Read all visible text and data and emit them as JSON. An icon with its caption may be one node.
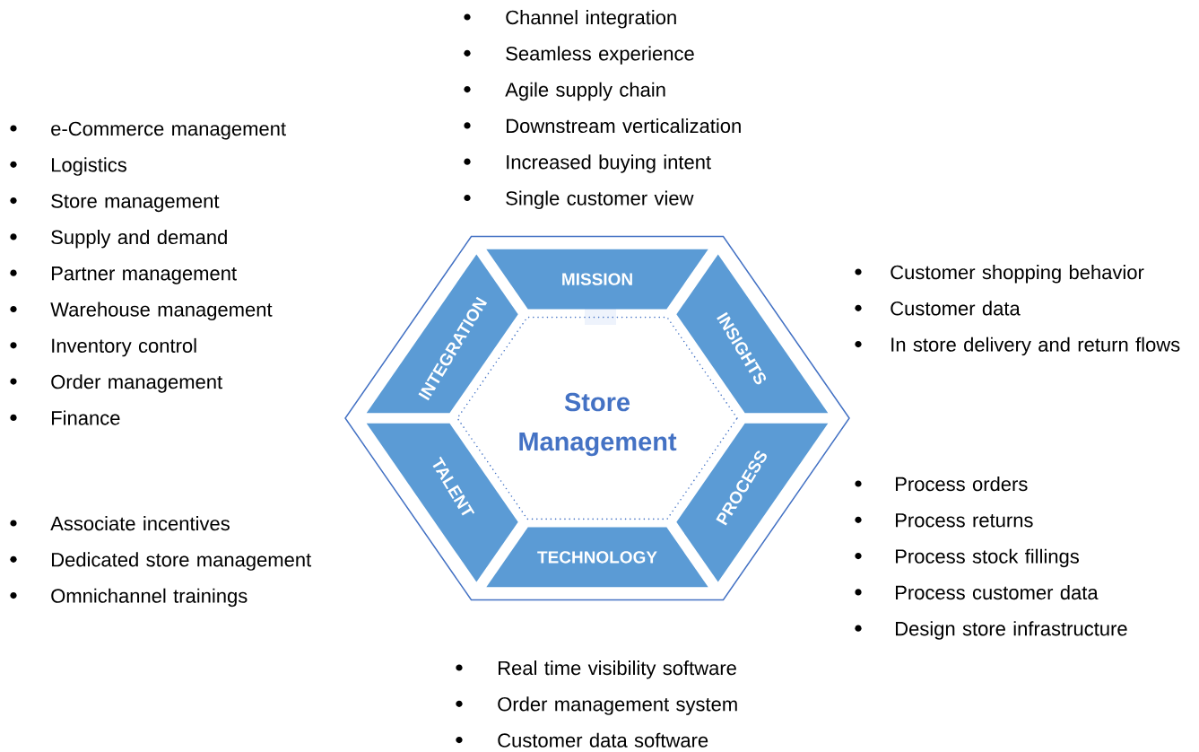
{
  "diagram": {
    "nodes": [
      {
        "text": [
          "MISSION"
        ],
        "beside": [
          "Channel integration",
          "Seamless experience",
          "Agile supply chain",
          "Downstream verticalization",
          "Increased buying intent",
          "Single customer view"
        ]
      },
      {
        "text": [
          "INTEGRATION"
        ],
        "beside": [
          "e-Commerce management",
          "Logistics",
          "Store management",
          "Supply and demand",
          "Partner management",
          "Warehouse management",
          "Inventory control",
          "Order management",
          "Finance"
        ]
      },
      {
        "text": [
          "INSIGHTS"
        ],
        "beside": [
          "Customer shopping behavior",
          "Customer data",
          "In store delivery and return flows"
        ]
      },
      {
        "text": [
          "Store Management"
        ]
      },
      {
        "text": [
          "TALENT"
        ],
        "beside": [
          "Associate incentives",
          "Dedicated store management",
          "Omnichannel trainings"
        ]
      },
      {
        "text": [
          "PROCESS"
        ],
        "beside": [
          "Process orders",
          "Process returns",
          "Process stock fillings",
          "Process customer data",
          "Design store infrastructure"
        ]
      },
      {
        "text": [
          "TECHNOLOGY"
        ],
        "beside": [
          "Real time visibility software",
          "Order management system",
          "Customer data software"
        ]
      }
    ]
  }
}
